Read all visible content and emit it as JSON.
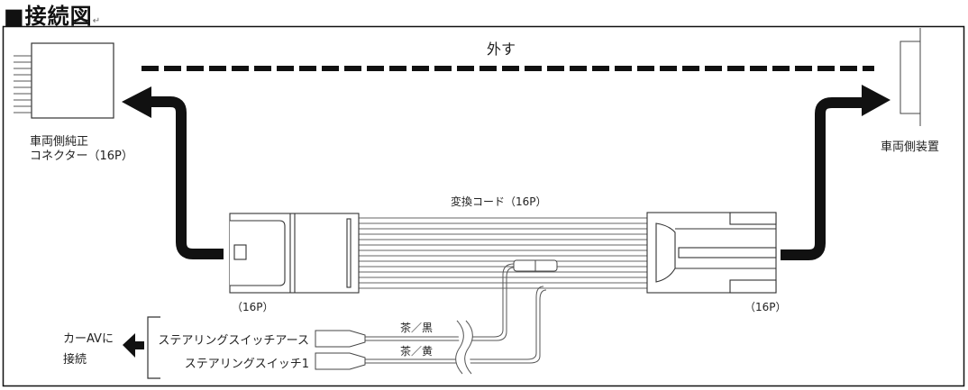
{
  "title": "■接続図",
  "return_mark": "↵",
  "labels": {
    "remove": "外す",
    "vehicle_connector_line1": "車両側純正",
    "vehicle_connector_line2": "コネクター（16P）",
    "vehicle_device": "車両側装置",
    "conversion_cord": "変換コード（16P）",
    "left_connector_pins": "（16P）",
    "right_connector_pins": "（16P）",
    "wire_ground_color": "茶／黒",
    "wire_switch1_color": "茶／黄",
    "steering_switch_ground": "ステアリングスイッチアース",
    "steering_switch_1": "ステアリングスイッチ1",
    "car_av_line1": "カーAVに",
    "car_av_line2": "接続"
  }
}
